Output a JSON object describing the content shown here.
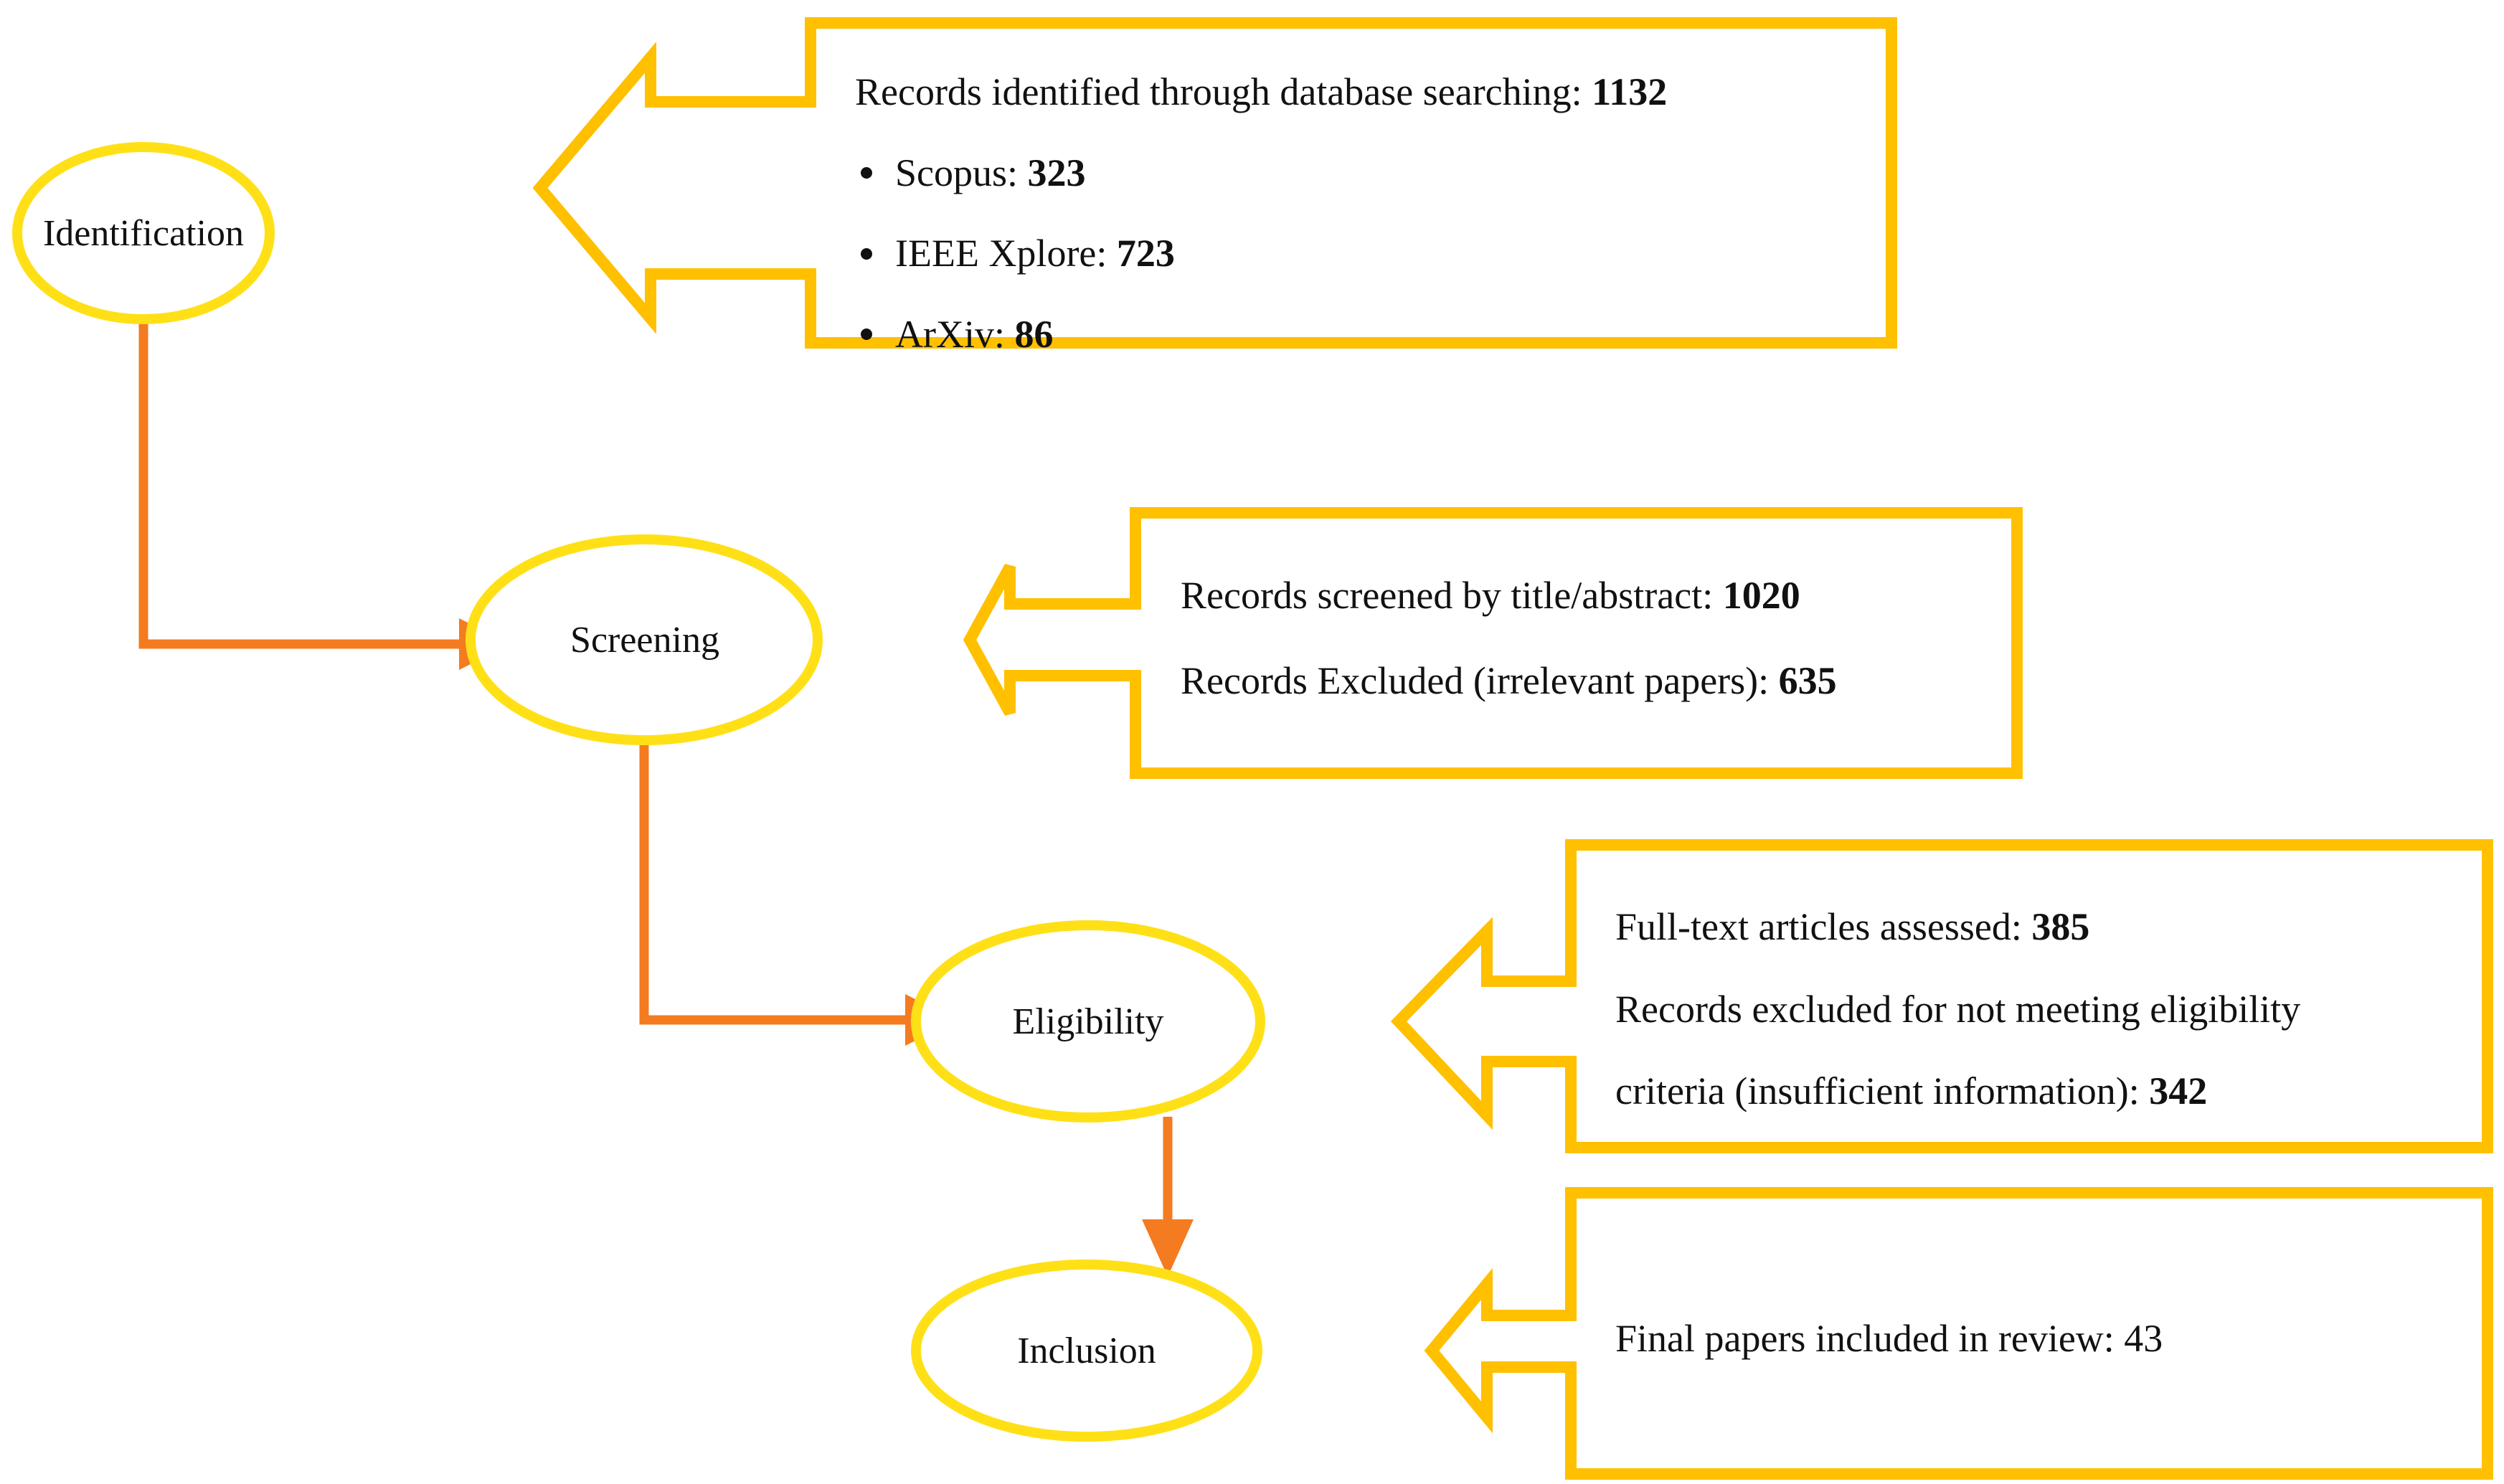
{
  "diagram": {
    "title": "PRISMA flow diagram",
    "colors": {
      "ellipse_stroke": "#FFE017",
      "box_stroke": "#FFC000",
      "connector": "#F47B20",
      "text": "#111111",
      "background": "#FFFFFF"
    },
    "stages": [
      {
        "id": "identification",
        "label": "Identification"
      },
      {
        "id": "screening",
        "label": "Screening"
      },
      {
        "id": "eligibility",
        "label": "Eligibility"
      },
      {
        "id": "inclusion",
        "label": "Inclusion"
      }
    ],
    "callouts": {
      "identification": {
        "heading_text": "Records identified through database searching: ",
        "heading_value": "1132",
        "bullets": [
          {
            "label": "Scopus: ",
            "value": "323"
          },
          {
            "label": "IEEE Xplore: ",
            "value": "723"
          },
          {
            "label": "ArXiv: ",
            "value": "86"
          }
        ]
      },
      "screening": {
        "lines": [
          {
            "text": "Records screened by title/abstract: ",
            "value": "1020"
          },
          {
            "text": "Records Excluded (irrelevant papers): ",
            "value": "635"
          }
        ]
      },
      "eligibility": {
        "lines": [
          {
            "text": "Full-text articles assessed: ",
            "value": "385"
          },
          {
            "text": "Records excluded for not meeting eligibility",
            "value": ""
          },
          {
            "text": "criteria (insufficient information): ",
            "value": "342"
          }
        ]
      },
      "inclusion": {
        "lines": [
          {
            "text": "Final papers included in review: 43",
            "value": ""
          }
        ]
      }
    }
  }
}
